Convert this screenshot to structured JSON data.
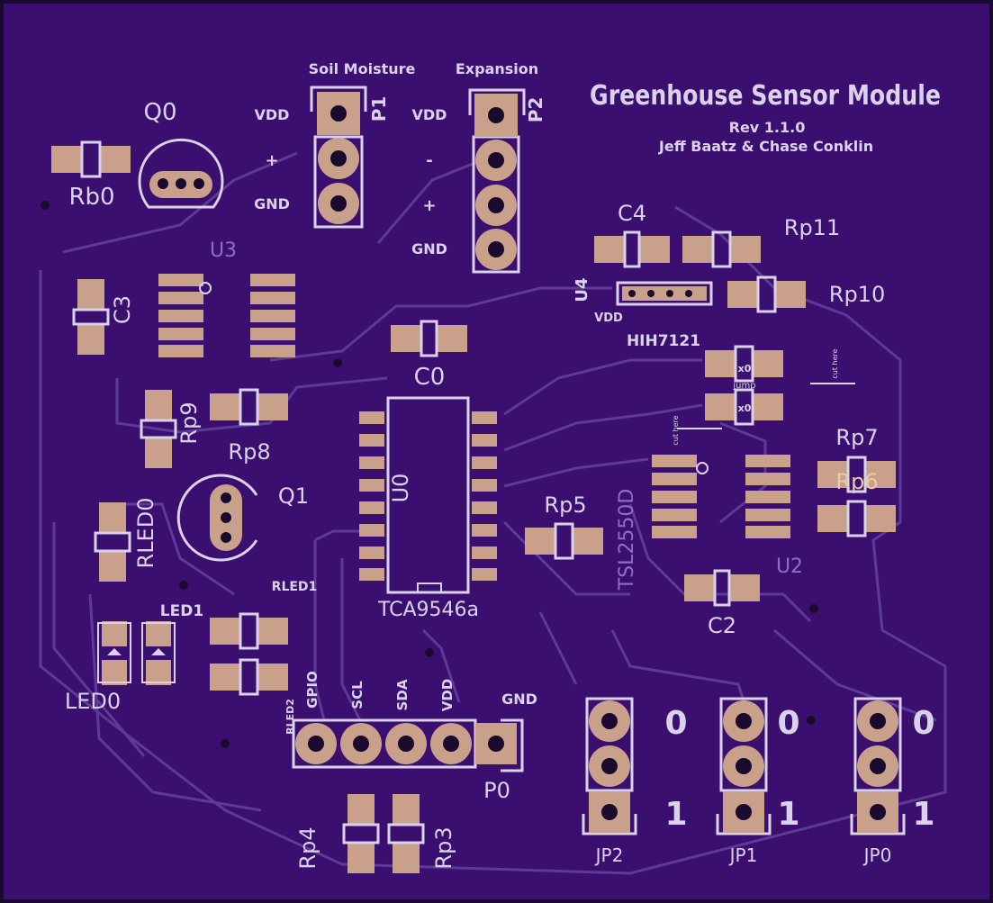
{
  "board": {
    "title": "Greenhouse Sensor Module",
    "revision": "Rev 1.1.0",
    "authors": "Jeff Baatz & Chase Conklin",
    "colors": {
      "board": "#3b0f6f",
      "edge": "#1a0b2e",
      "silk": "#d9d2ea",
      "pad": "#c9a08a",
      "trace": "#5c3a96"
    }
  },
  "headers": {
    "soil_moisture": "Soil Moisture",
    "expansion": "Expansion",
    "p1": {
      "ref": "P1",
      "pin1": "VDD",
      "pin2": "+",
      "pin3": "GND"
    },
    "p2": {
      "ref": "P2",
      "pin1": "VDD",
      "pin2": "-",
      "pin3": "+",
      "pin4": "GND"
    },
    "p0": {
      "ref": "P0",
      "pins": [
        "GPIO",
        "SCL",
        "SDA",
        "VDD",
        "GND"
      ],
      "extra": "RLED2"
    }
  },
  "components": {
    "q0": "Q0",
    "q1": "Q1",
    "rb0": "Rb0",
    "u3": "U3",
    "c3": "C3",
    "c0": "C0",
    "c4": "C4",
    "c2": "C2",
    "rp11": "Rp11",
    "rp10": "Rp10",
    "rp9": "Rp9",
    "rp8": "Rp8",
    "rp7": "Rp7",
    "rp6": "Rp6",
    "rp5": "Rp5",
    "rp4": "Rp4",
    "rp3": "Rp3",
    "u4": "U4",
    "u4_vdd": "VDD",
    "hih": "HIH7121",
    "u0": "U0",
    "tca": "TCA9546a",
    "u2": "U2",
    "tsl": "TSL2550D",
    "rled0": "RLED0",
    "rled1": "RLED1",
    "led0": "LED0",
    "led1": "LED1",
    "jump": "jump",
    "x0a": "x0",
    "x0b": "x0",
    "cut1": "cut here",
    "cut2": "cut here"
  },
  "jumpers": [
    {
      "ref": "JP2",
      "top": "0",
      "bottom": "1"
    },
    {
      "ref": "JP1",
      "top": "0",
      "bottom": "1"
    },
    {
      "ref": "JP0",
      "top": "0",
      "bottom": "1"
    }
  ]
}
